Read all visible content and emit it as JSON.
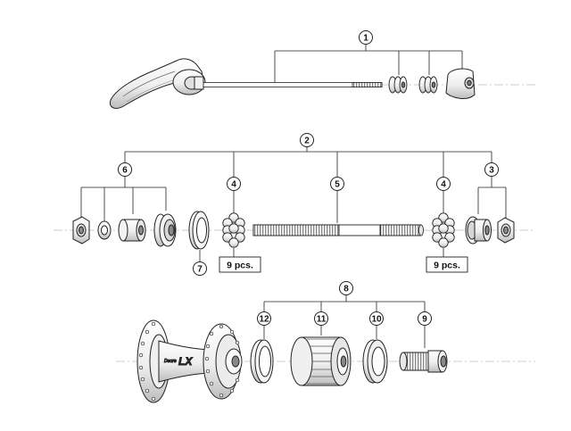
{
  "diagram": {
    "callouts": {
      "c1": "1",
      "c2": "2",
      "c3": "3",
      "c4a": "4",
      "c4b": "4",
      "c5": "5",
      "c6": "6",
      "c7": "7",
      "c8": "8",
      "c9": "9",
      "c10": "10",
      "c11": "11",
      "c12": "12"
    },
    "quantity_labels": {
      "left": "9 pcs.",
      "right": "9 pcs."
    },
    "hub_text": {
      "brand": "Deore",
      "model": "LX"
    },
    "colors": {
      "line": "#222222",
      "centerline": "#999999",
      "part_fill": "#f4f4f4",
      "part_shade": "#cfcfcf"
    }
  }
}
